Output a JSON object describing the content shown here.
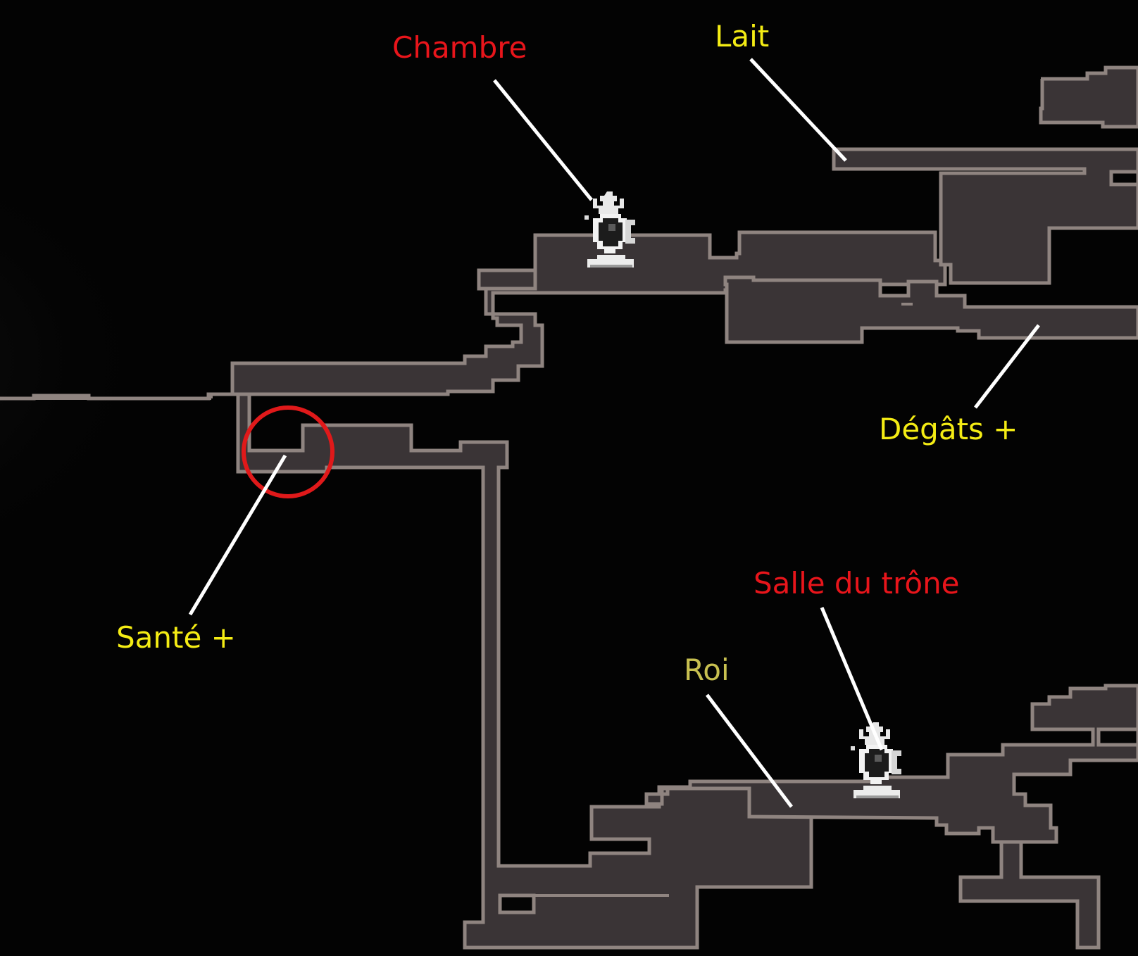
{
  "map": {
    "background_color": "#030303",
    "room_fill_color": "#3a3436",
    "room_outline_color": "#8f8480",
    "leader_line_color": "#ffffff",
    "highlight_circle_color": "#e0191a",
    "statue_icon": "statue-save-point-icon"
  },
  "labels": {
    "chambre": {
      "text": "Chambre",
      "color": "#e8151b"
    },
    "lait": {
      "text": "Lait",
      "color": "#f4ec14"
    },
    "degats": {
      "text": "Dégâts +",
      "color": "#f4ec14"
    },
    "sante": {
      "text": "Santé +",
      "color": "#f4ec14"
    },
    "salle": {
      "text": "Salle du trône",
      "color": "#e8151b"
    },
    "roi": {
      "text": "Roi",
      "color": "#c8c050"
    }
  }
}
